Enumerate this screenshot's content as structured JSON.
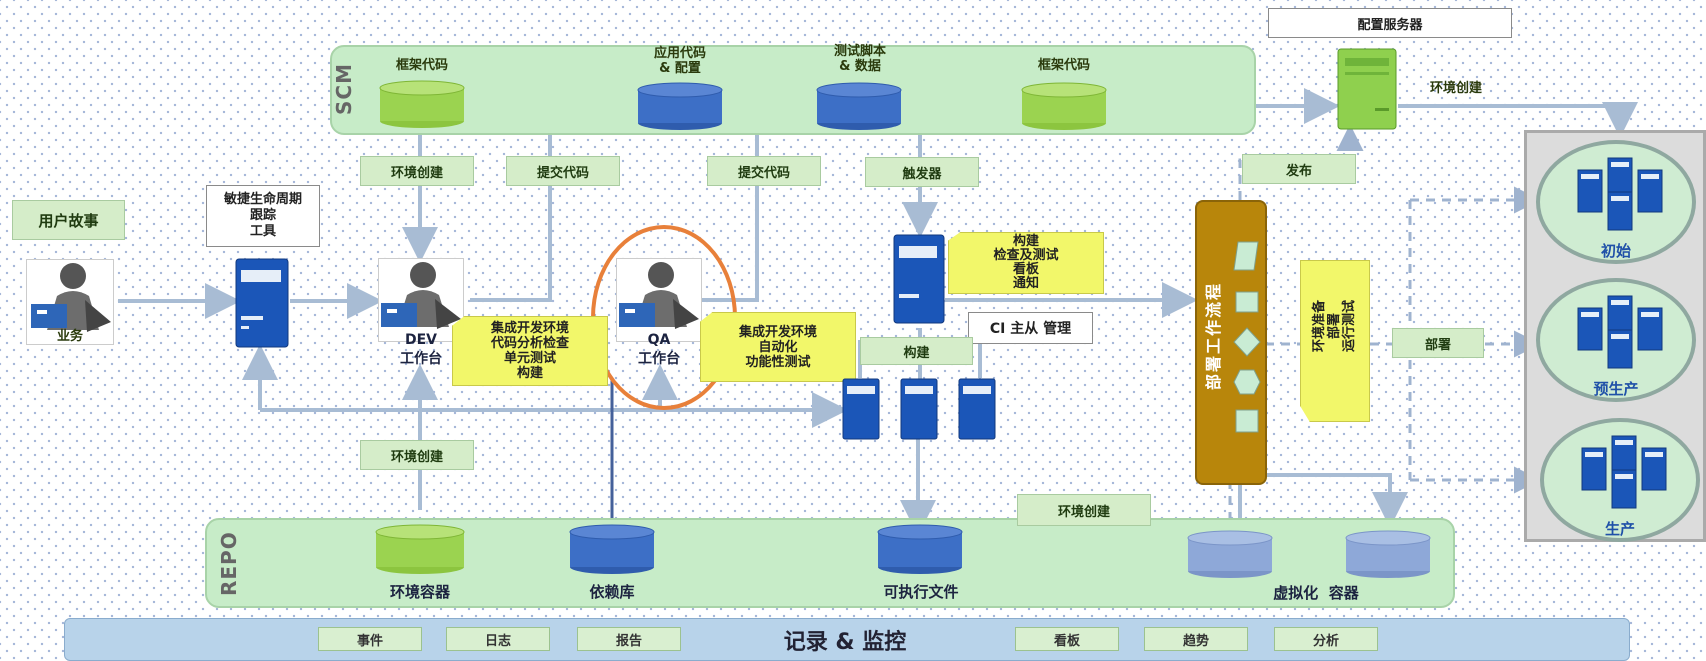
{
  "scm": {
    "label": "SCM"
  },
  "repo": {
    "label": "REPO"
  },
  "config_server": {
    "label": "配置服务器"
  },
  "cylinders_top": {
    "framework_code_1": "框架代码",
    "app_code": "应用代码\n& 配置",
    "test_scripts": "测试脚本\n& 数据",
    "framework_code_2": "框架代码"
  },
  "env_create_top_right": "环境创建",
  "tags": {
    "env_create_1": "环境创建",
    "commit_1": "提交代码",
    "commit_2": "提交代码",
    "trigger": "触发器",
    "publish": "发布",
    "build": "构建",
    "env_create_2": "环境创建",
    "env_create_3": "环境创建",
    "deploy": "部署"
  },
  "user_story": "用户故事",
  "agile_tool": "敏捷生命周期\n跟踪\n工具",
  "business": "业务",
  "dev": {
    "name": "DEV",
    "sub": "工作台"
  },
  "qa": {
    "name": "QA",
    "sub": "工作台"
  },
  "notes": {
    "dev_note": "集成开发环境\n代码分析检查\n单元测试\n构建",
    "qa_note": "集成开发环境\n自动化\n功能性测试",
    "ci_note": "构建\n检查及测试\n看板\n通知",
    "env_prep": "环境准备\n部署\n运行测试"
  },
  "ci_master": "CI 主从 管理",
  "deploy_flow": "部署工作流程",
  "repo_items": {
    "env_container": "环境容器",
    "dependency": "依赖库",
    "executable": "可执行文件",
    "virtualization": "虚拟化  容器"
  },
  "environments": [
    {
      "label": "初始"
    },
    {
      "label": "预生产"
    },
    {
      "label": "生产"
    }
  ],
  "monitor": {
    "title": "记录 & 监控",
    "left_tags": [
      "事件",
      "日志",
      "报告"
    ],
    "right_tags": [
      "看板",
      "趋势",
      "分析"
    ]
  },
  "colors": {
    "green_cyl": "#9bd350",
    "blue_cyl": "#3d6fc6",
    "light_blue_cyl": "#8ea8d8",
    "server_blue": "#1b56b8",
    "deploy_brown": "#b8860b",
    "highlight_ring": "#e8803a",
    "note_yellow": "#f2f76a"
  }
}
